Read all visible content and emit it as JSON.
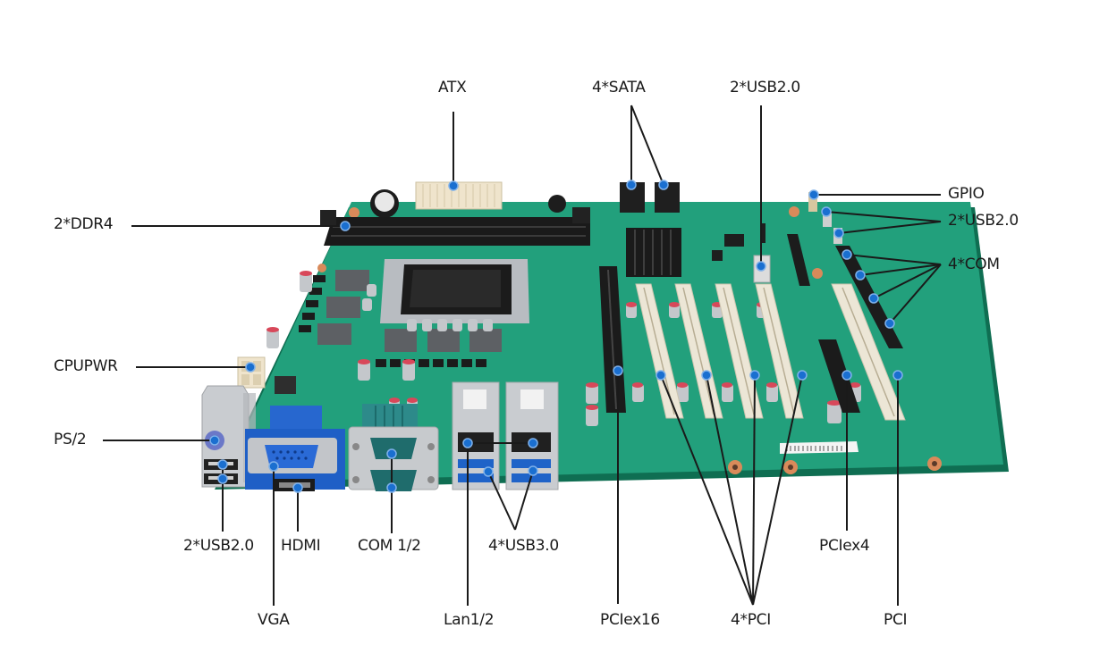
{
  "figure": {
    "subject": "Industrial ATX motherboard interface callout diagram",
    "colors": {
      "pcb": "#1f9a78",
      "pcb_dark": "#137a5d",
      "callout_dot": "#1a6fd0",
      "leader_line": "#1a1a1a",
      "slot_white": "#ece6d6",
      "slot_black": "#1c1c1c",
      "vga_blue": "#1e5fc8",
      "usb3_blue": "#1f63c8",
      "com_teal": "#2d8a8a",
      "metal": "#c9ccd0"
    }
  },
  "callouts": {
    "atx": "ATX",
    "sata": "4*SATA",
    "usb20_top": "2*USB2.0",
    "gpio": "GPIO",
    "usb20_right": "2*USB2.0",
    "com_right": "4*COM",
    "ddr4": "2*DDR4",
    "cpupwr": "CPUPWR",
    "ps2": "PS/2",
    "usb20_rear": "2*USB2.0",
    "hdmi": "HDMI",
    "com12": "COM 1/2",
    "usb30": "4*USB3.0",
    "vga": "VGA",
    "lan": "Lan1/2",
    "pciex16": "PCIex16",
    "pci4": "4*PCI",
    "pciex4": "PCIex4",
    "pci": "PCI"
  }
}
